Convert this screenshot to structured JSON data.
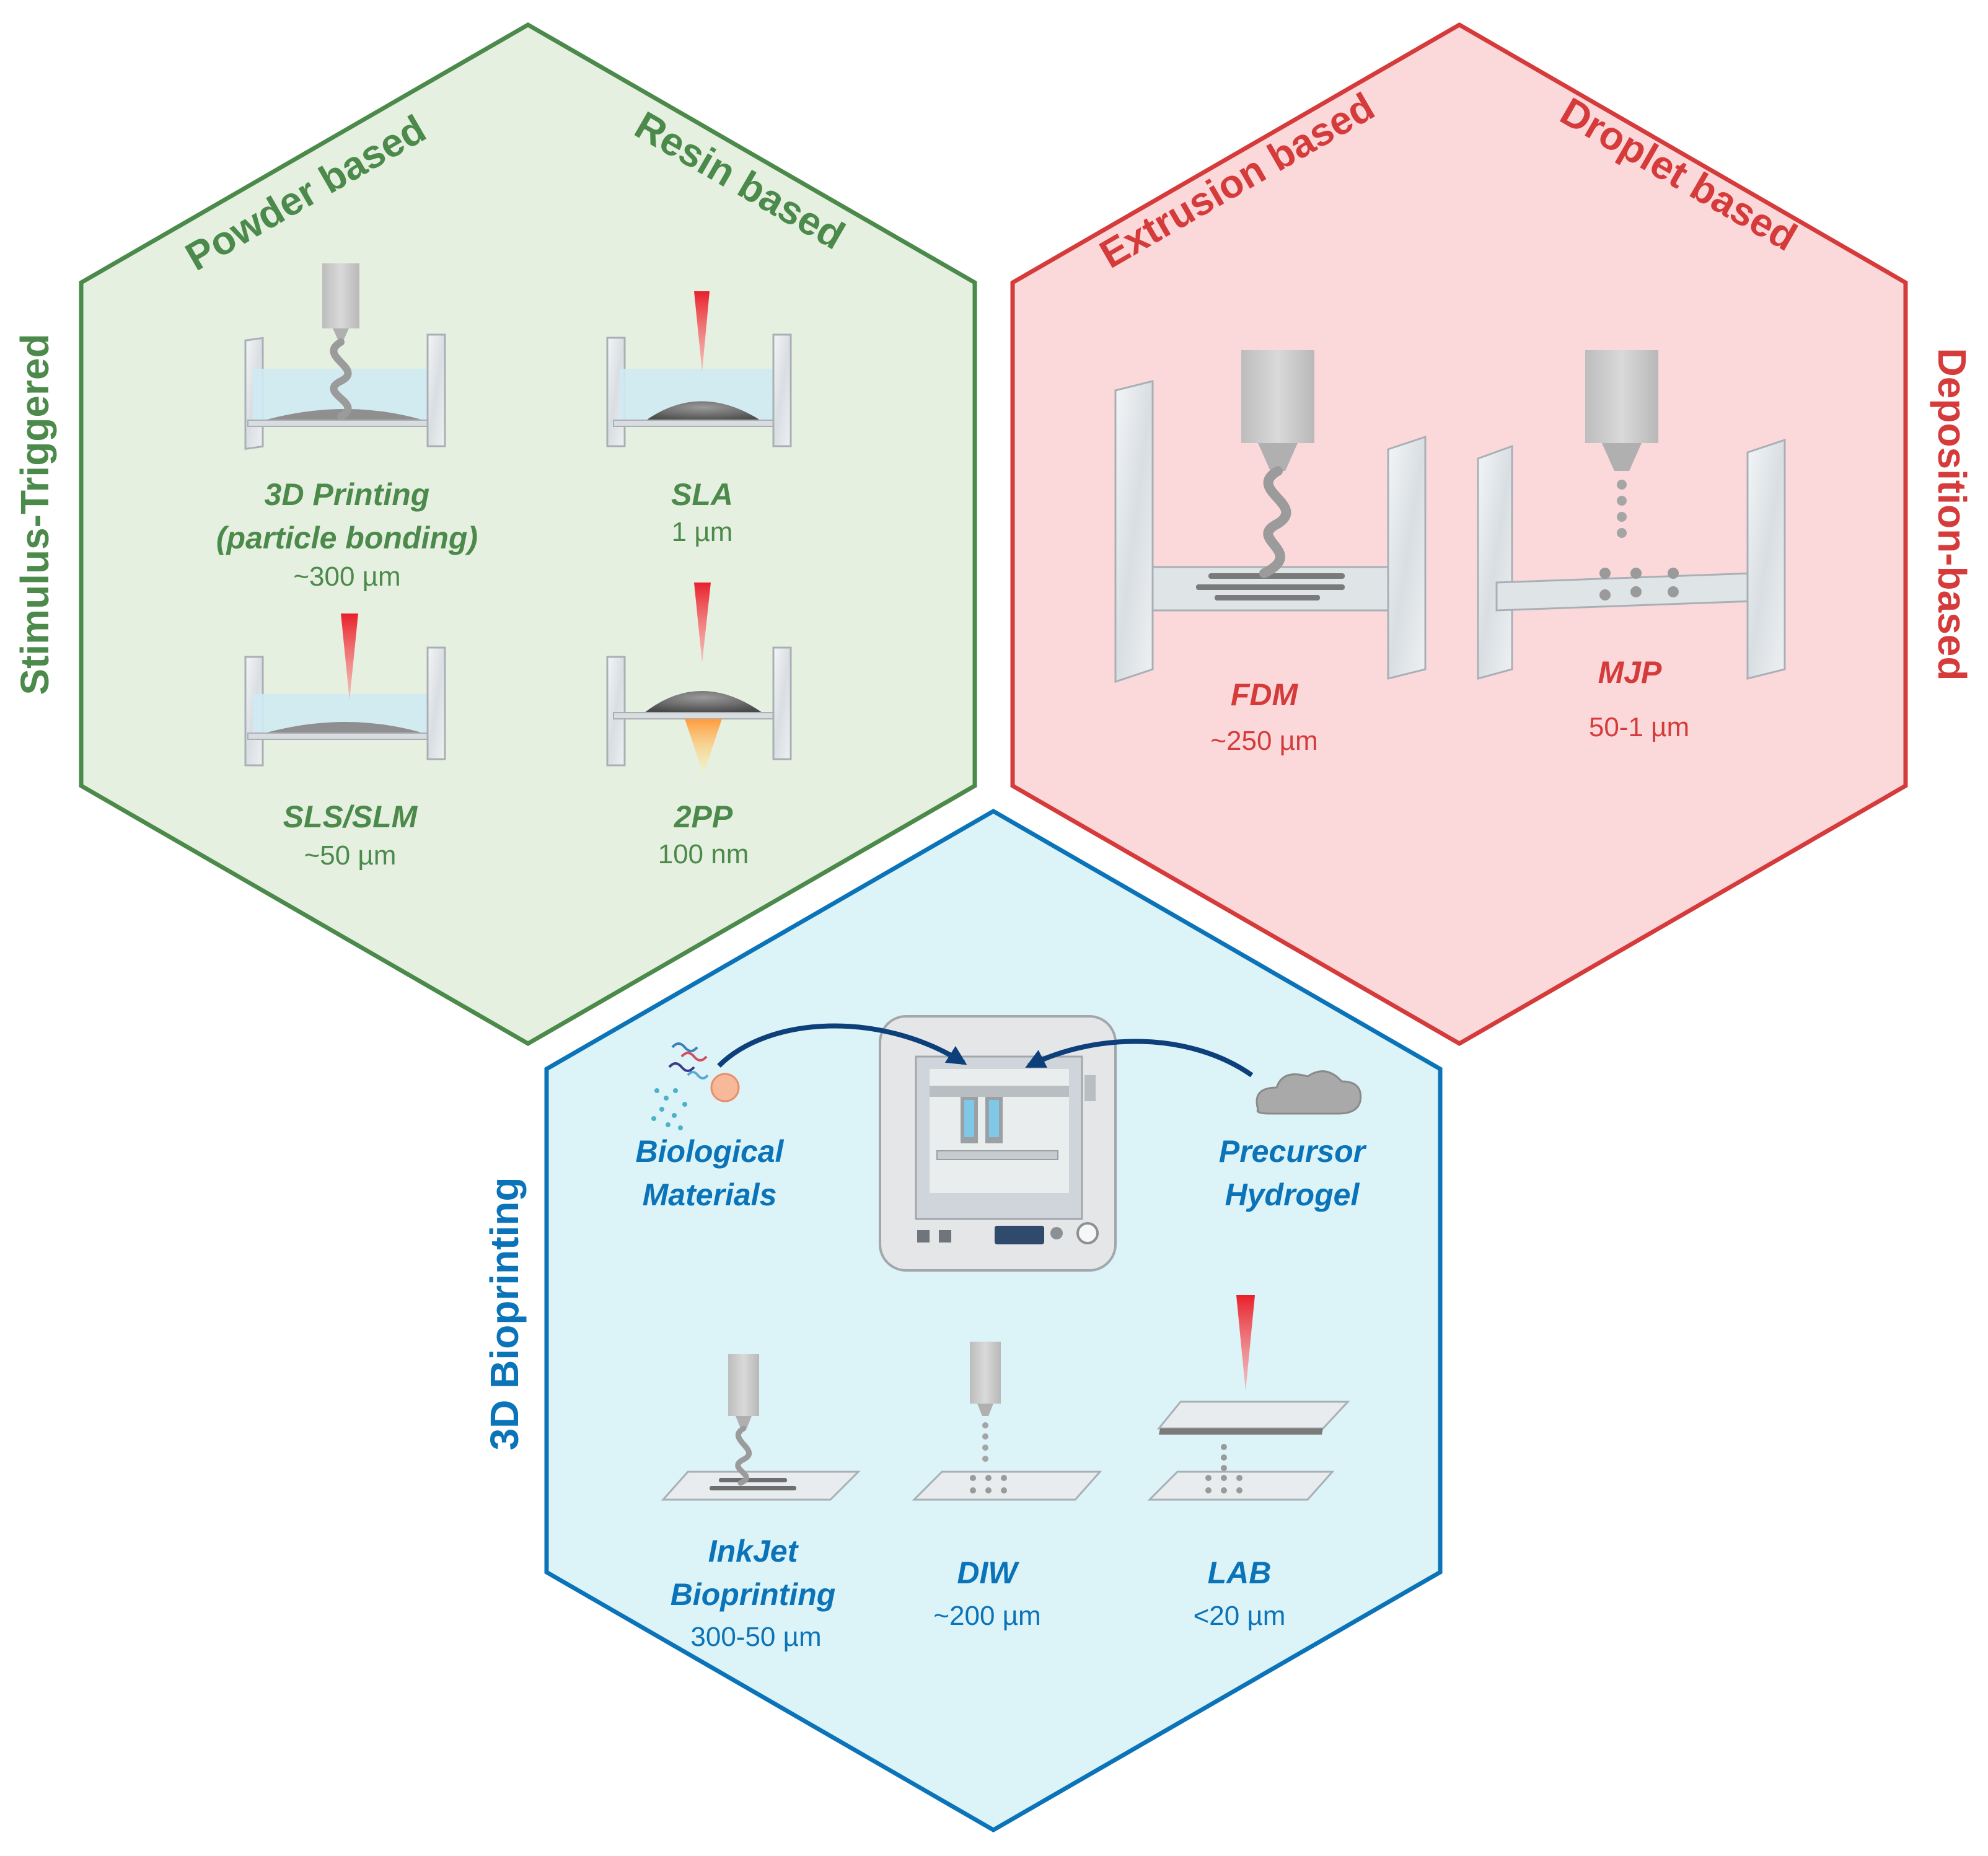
{
  "colors": {
    "green": "#4b8a4b",
    "green_fill": "#e6f0e1",
    "red": "#d63b3b",
    "red_fill": "#fbd9da",
    "blue": "#0b73b8",
    "blue_fill": "#dcf3f8"
  },
  "stimulus": {
    "side_label": "Stimulus-Triggered",
    "header_left": "Powder based",
    "header_right": "Resin based",
    "items": [
      {
        "name_line1": "3D Printing",
        "name_line2": "(particle bonding)",
        "resolution": "~300 µm"
      },
      {
        "name": "SLA",
        "resolution": "1 µm"
      },
      {
        "name": "SLS/SLM",
        "resolution": "~50 µm"
      },
      {
        "name": "2PP",
        "resolution": "100 nm"
      }
    ]
  },
  "deposition": {
    "side_label": "Deposition-based",
    "header_left": "Extrusion based",
    "header_right": "Droplet based",
    "items": [
      {
        "name": "FDM",
        "resolution": "~250 µm"
      },
      {
        "name": "MJP",
        "resolution": "50-1 µm"
      }
    ]
  },
  "bioprinting": {
    "side_label": "3D Bioprinting",
    "input_left_line1": "Biological",
    "input_left_line2": "Materials",
    "input_right_line1": "Precursor",
    "input_right_line2": "Hydrogel",
    "items": [
      {
        "name_line1": "InkJet",
        "name_line2": "Bioprinting",
        "resolution": "300-50 µm"
      },
      {
        "name": "DIW",
        "resolution": "~200 µm"
      },
      {
        "name": "LAB",
        "resolution": "<20 µm"
      }
    ]
  },
  "icons": [
    "nozzle-icon",
    "laser-icon",
    "glass-plate-icon",
    "bioprinter-icon",
    "hydrogel-cloud-icon",
    "biomolecules-icon",
    "arrow-icon"
  ]
}
